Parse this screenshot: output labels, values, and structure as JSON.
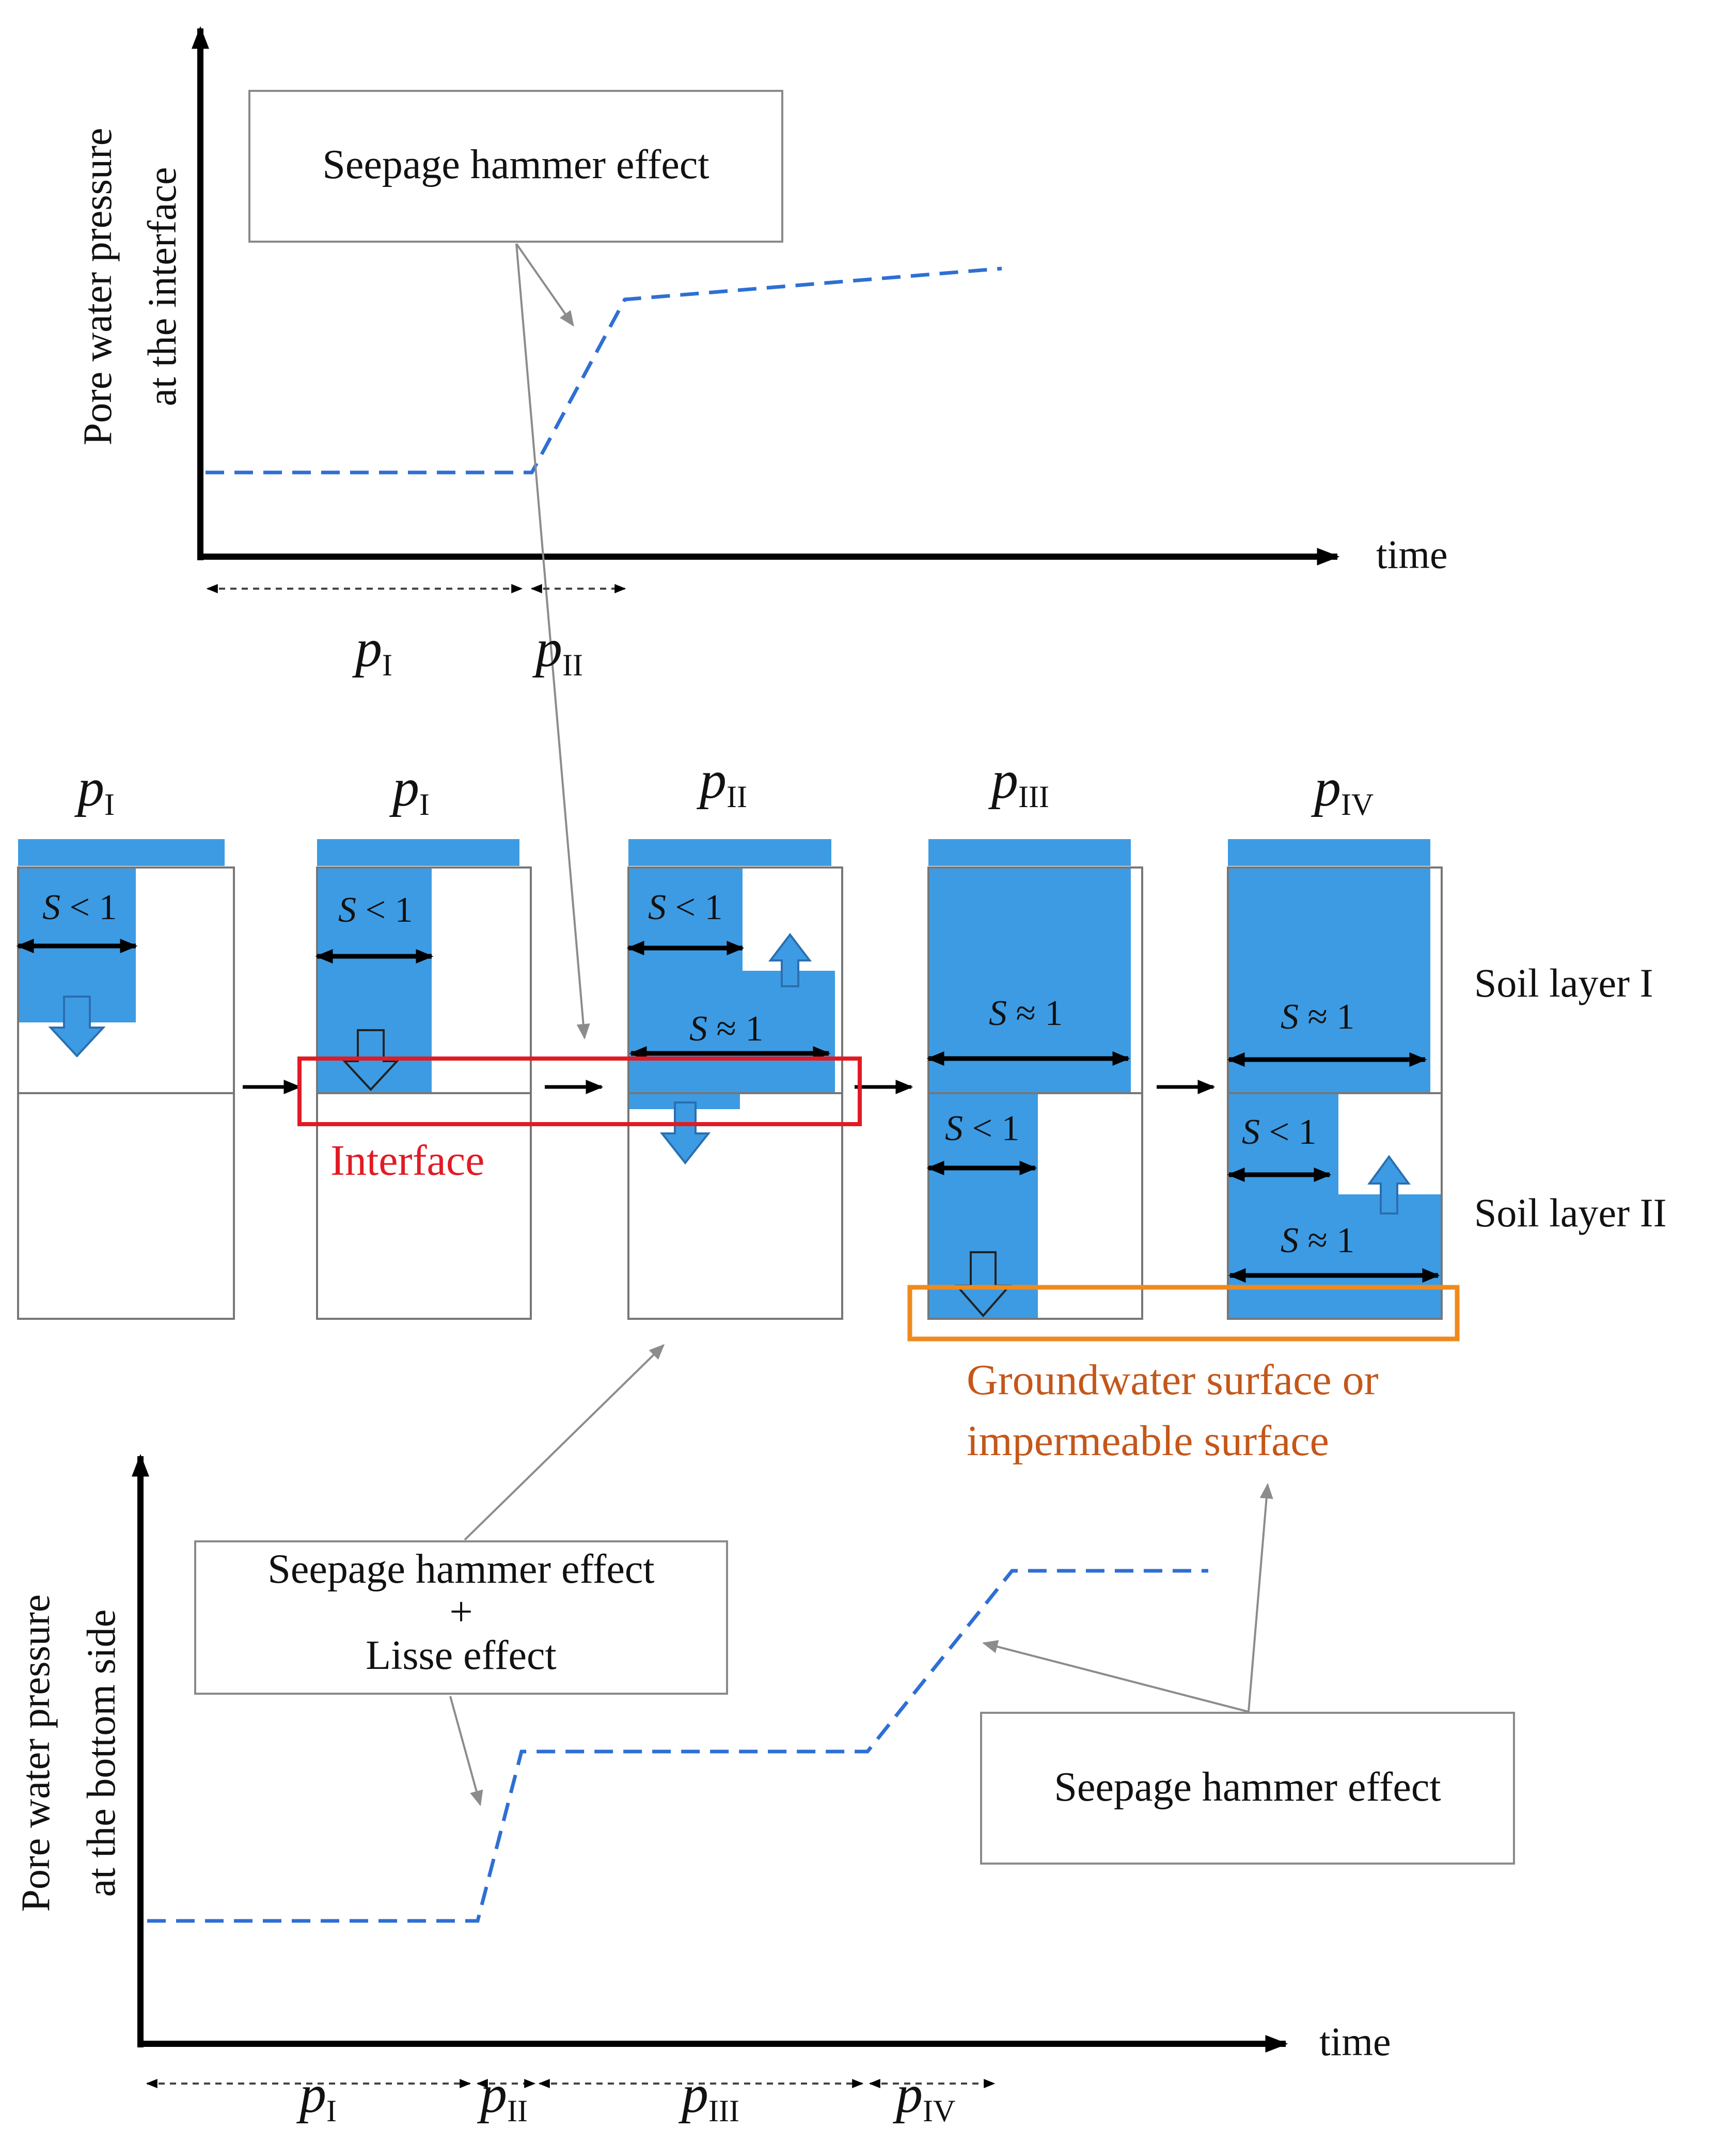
{
  "colors": {
    "water": "#3d9be3",
    "curve": "#2e6fd4",
    "interface_box": "#e01b24",
    "groundwater_box": "#ef8a1e",
    "groundwater_text": "#c4571a",
    "interface_text": "#e01b24"
  },
  "top_chart": {
    "ylabel_line1": "Pore water pressure",
    "ylabel_line2": "at the interface",
    "xlabel": "time",
    "annotation": "Seepage hammer effect",
    "phases": [
      {
        "base": "p",
        "sub": "I"
      },
      {
        "base": "p",
        "sub": "II"
      }
    ]
  },
  "bottom_chart": {
    "ylabel_line1": "Pore water pressure",
    "ylabel_line2": "at the bottom side",
    "xlabel": "time",
    "annotation_left_line1": "Seepage hammer effect",
    "annotation_left_line2": "+",
    "annotation_left_line3": "Lisse effect",
    "annotation_right": "Seepage hammer effect",
    "phases": [
      {
        "base": "p",
        "sub": "I"
      },
      {
        "base": "p",
        "sub": "II"
      },
      {
        "base": "p",
        "sub": "III"
      },
      {
        "base": "p",
        "sub": "IV"
      }
    ]
  },
  "columns": [
    {
      "base": "p",
      "sub": "I"
    },
    {
      "base": "p",
      "sub": "I"
    },
    {
      "base": "p",
      "sub": "II"
    },
    {
      "base": "p",
      "sub": "III"
    },
    {
      "base": "p",
      "sub": "IV"
    }
  ],
  "saturation": {
    "unsat_sym": "S",
    "unsat_rel": " < 1",
    "sat_sym": "S",
    "sat_rel": " ≈ 1"
  },
  "labels": {
    "soil_layer_1": "Soil layer I",
    "soil_layer_2": "Soil layer II",
    "interface": "Interface",
    "groundwater_line1": "Groundwater surface or",
    "groundwater_line2": "impermeable surface"
  }
}
